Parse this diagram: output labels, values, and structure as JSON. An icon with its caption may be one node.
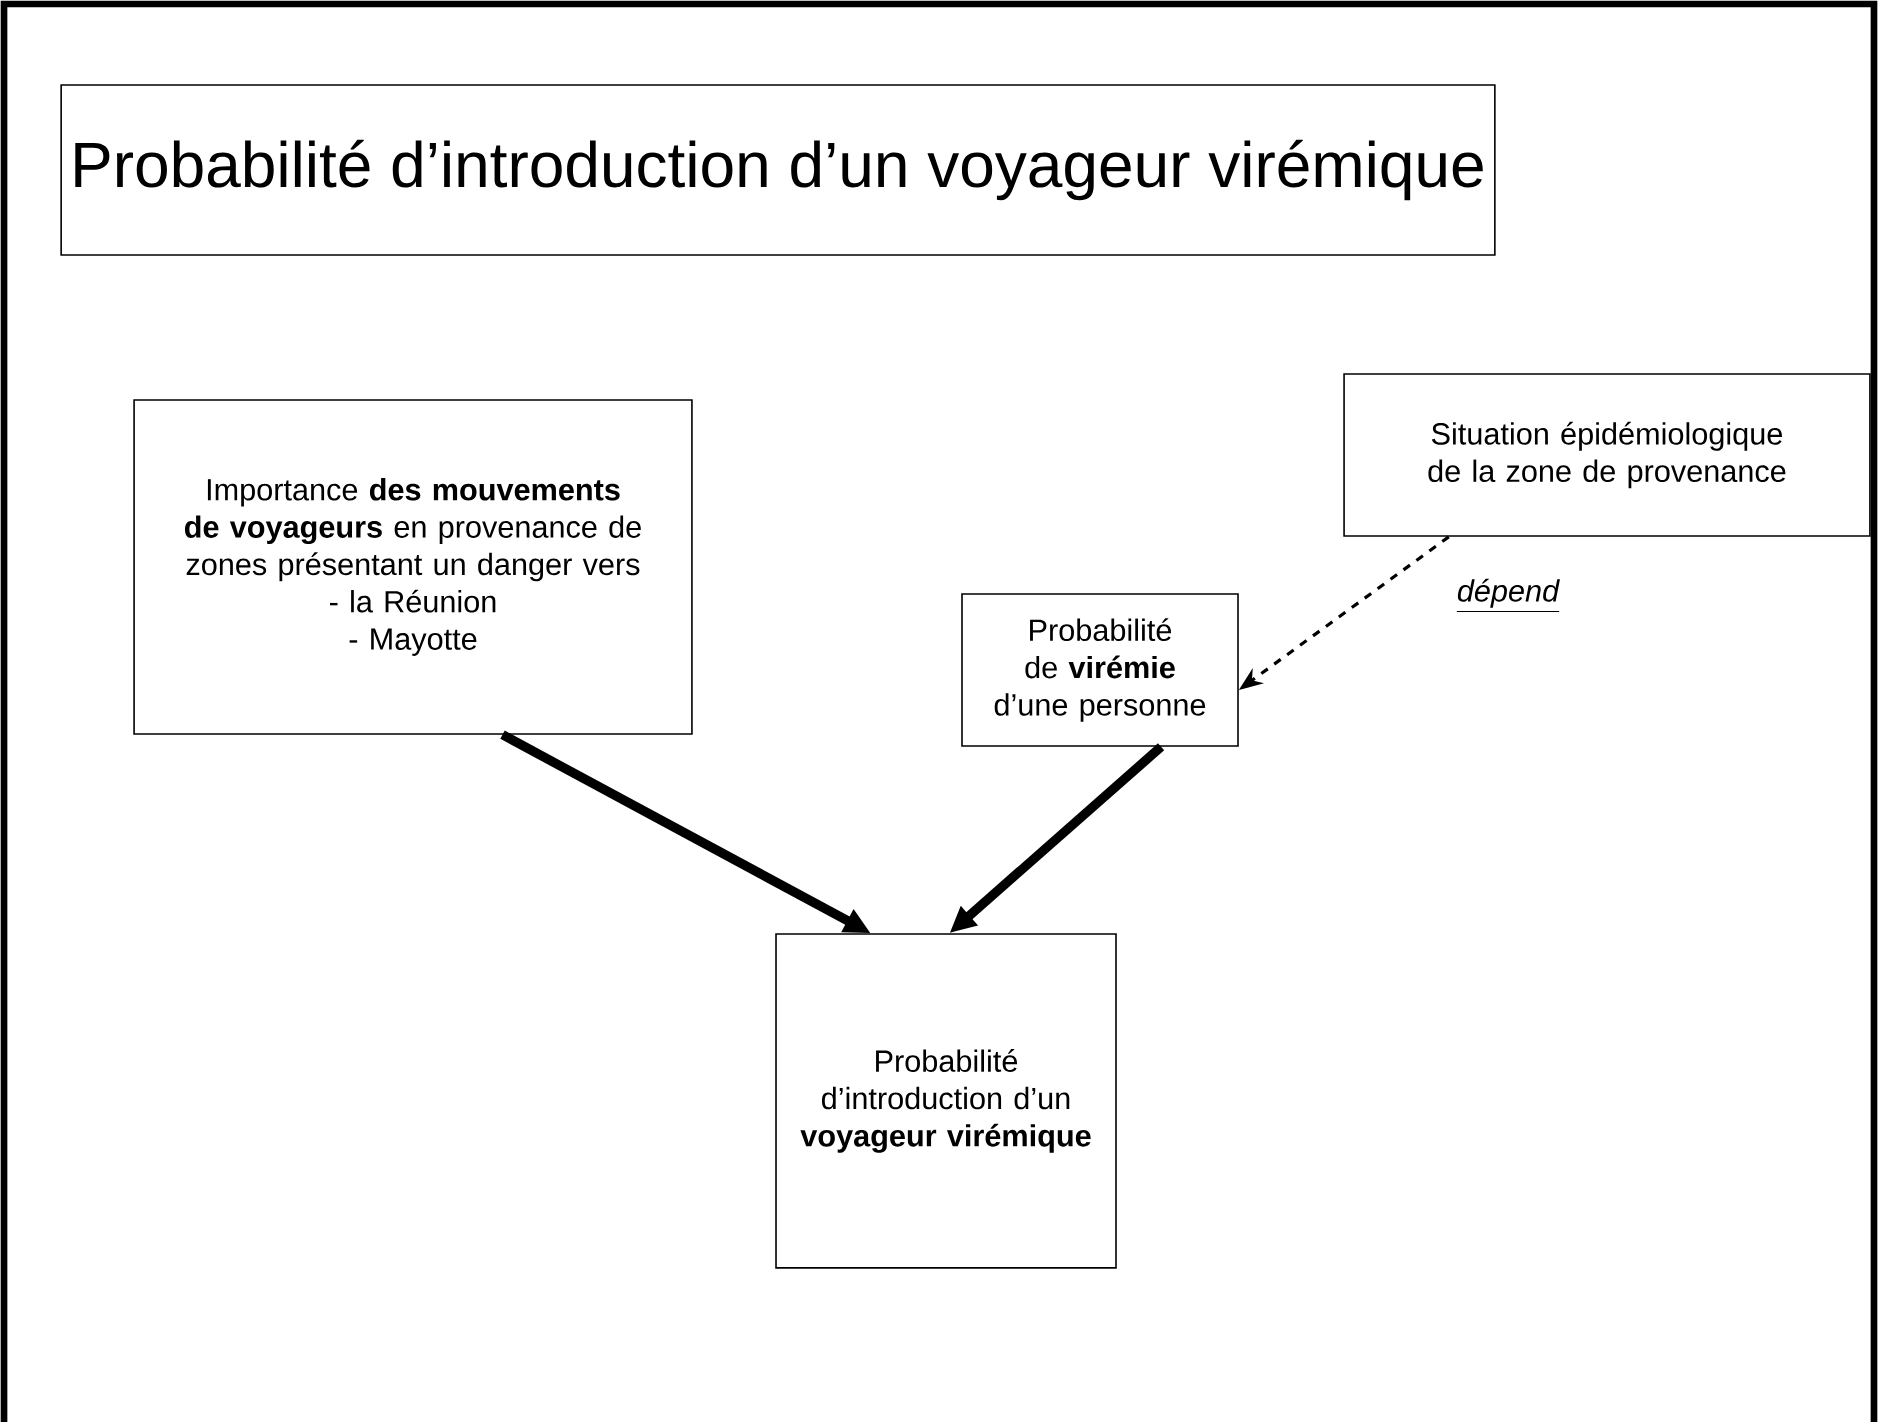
{
  "diagram": {
    "title": "Probabilité d’introduction d’un voyageur virémique",
    "nodes": [
      {
        "text": [
          "Importance **des mouvements de voyageurs** en provenance de zones présentant un danger vers",
          "- la Réunion",
          "- Mayotte"
        ]
      },
      {
        "text": [
          "Situation épidémiologique de la zone de provenance"
        ]
      },
      {
        "text": [
          "Probabilité de **virémie** d’une personne"
        ]
      },
      {
        "text": [
          "Probabilité d’introduction d’un **voyageur virémique**"
        ]
      }
    ],
    "edges": [
      {
        "from": 0,
        "to": 3,
        "arrow": "to"
      },
      {
        "from": 2,
        "to": 3,
        "arrow": "to"
      },
      {
        "from": 1,
        "to": 2,
        "arrow": "to",
        "style": "dashed",
        "label": "dépend"
      }
    ]
  }
}
